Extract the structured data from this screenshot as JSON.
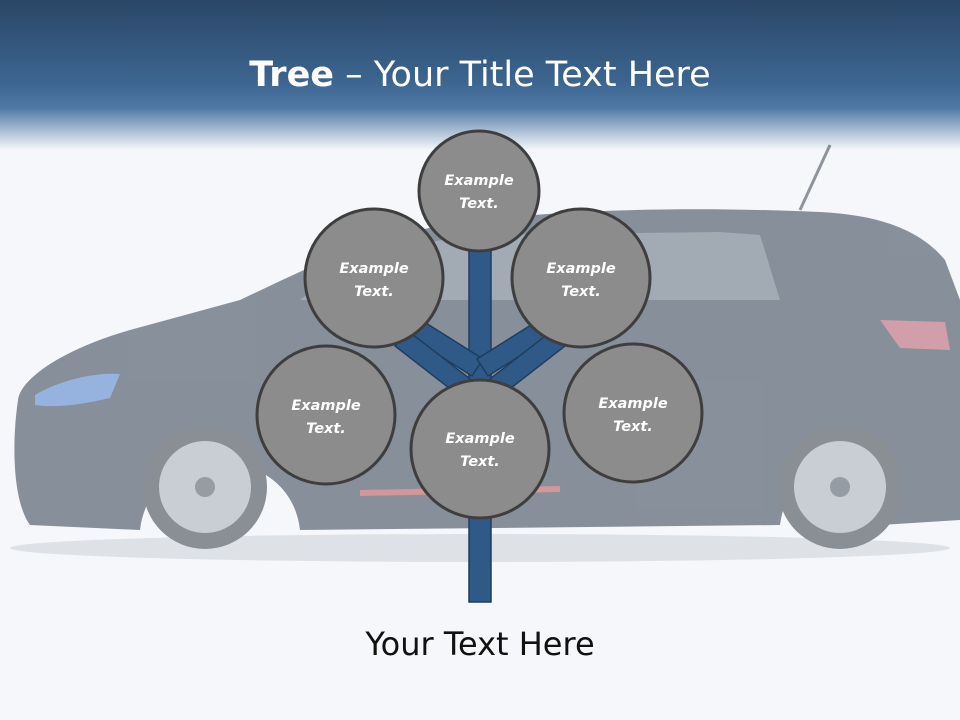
{
  "slide": {
    "title_bold": "Tree",
    "title_dash": " – ",
    "title_rest": "Your Title Text Here",
    "footer_text": "Your Text Here"
  },
  "nodes": {
    "top": {
      "line1": "Example",
      "line2": "Text."
    },
    "upper_left": {
      "line1": "Example",
      "line2": "Text."
    },
    "upper_right": {
      "line1": "Example",
      "line2": "Text."
    },
    "lower_left": {
      "line1": "Example",
      "line2": "Text."
    },
    "lower_right": {
      "line1": "Example",
      "line2": "Text."
    },
    "center": {
      "line1": "Example",
      "line2": "Text."
    }
  },
  "colors": {
    "header": "#3c6590",
    "trunk": "#2f5a88",
    "bubble_fill": "#8c8c8c",
    "bubble_stroke": "#3e3e3e"
  }
}
